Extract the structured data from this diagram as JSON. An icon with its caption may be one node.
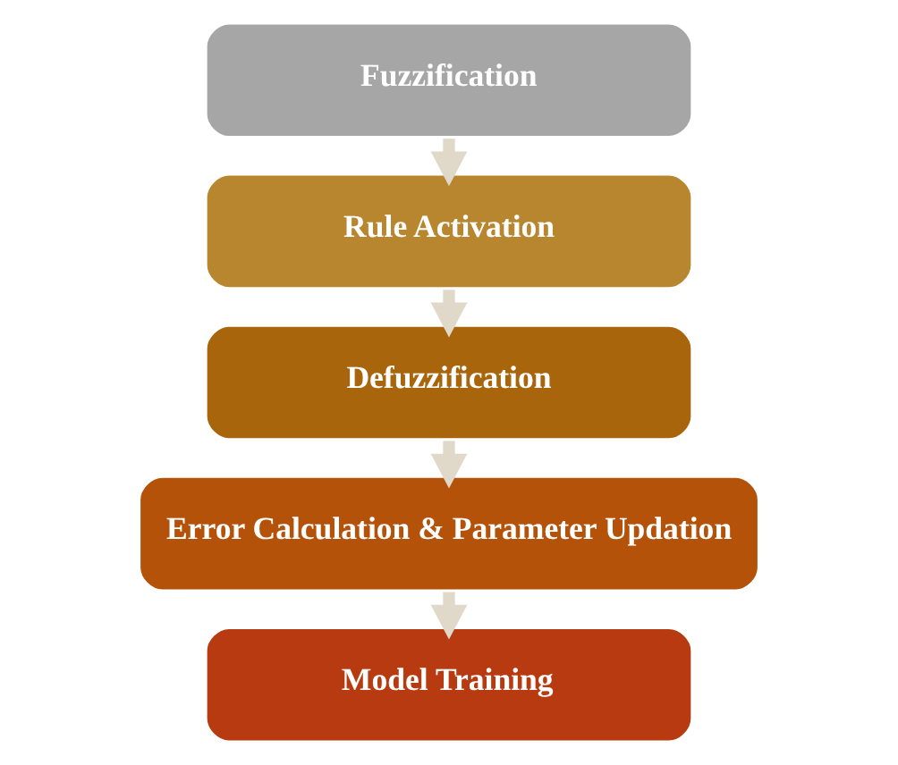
{
  "diagram": {
    "nodes": [
      {
        "text": [
          "Fuzzification"
        ]
      },
      {
        "text": [
          "Rule Activation"
        ]
      },
      {
        "text": [
          "Defuzzification"
        ]
      },
      {
        "text": [
          "Error Calculation & Parameter Updation"
        ]
      },
      {
        "text": [
          "Model Training"
        ]
      }
    ],
    "edges": [
      {
        "from": 0,
        "to": 1,
        "arrow": "to"
      },
      {
        "from": 1,
        "to": 2,
        "arrow": "to"
      },
      {
        "from": 2,
        "to": 3,
        "arrow": "to"
      },
      {
        "from": 3,
        "to": 4,
        "arrow": "to"
      }
    ]
  }
}
